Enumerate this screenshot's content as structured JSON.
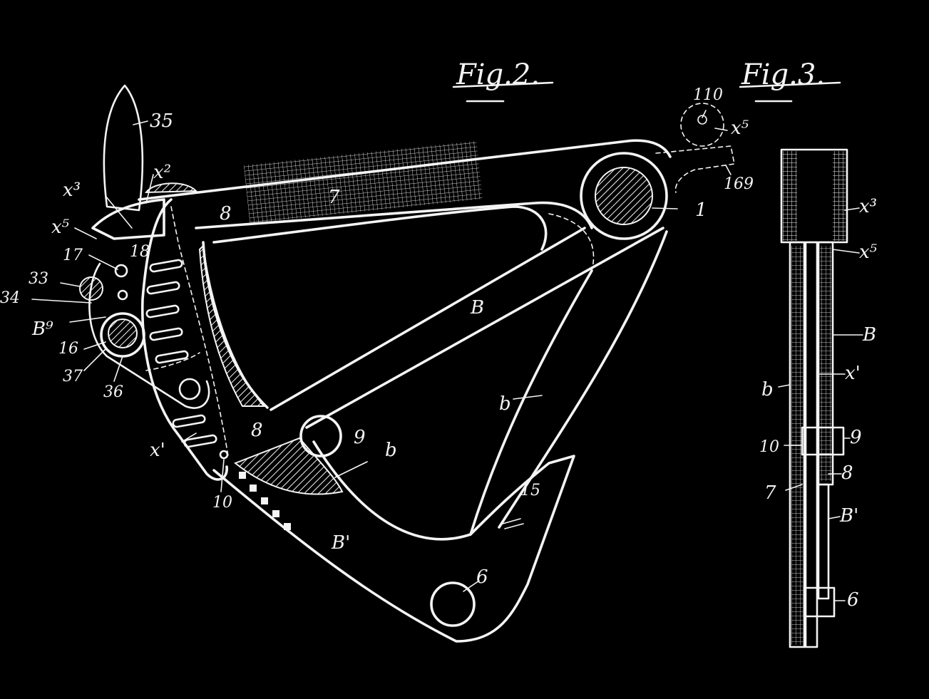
{
  "figures": {
    "fig2_title": "Fig.2.",
    "fig3_title": "Fig.3."
  },
  "fig2_labels": {
    "l35": "35",
    "lx2": "x²",
    "lx3": "x³",
    "lx5": "x⁵",
    "l18": "18",
    "l17": "17",
    "l33": "33",
    "l34": "34",
    "lB9": "B⁹",
    "l16": "16",
    "l37": "37",
    "l36": "36",
    "l8a": "8",
    "l7": "7",
    "l1": "1",
    "l110": "110",
    "lx5b": "x⁵",
    "l169": "169",
    "lB": "B",
    "lb": "b",
    "l8b": "8",
    "l9": "9",
    "lb2": "b",
    "lx1": "x'",
    "l10": "10",
    "lBprime": "B'",
    "l15": "15",
    "l6": "6"
  },
  "fig3_labels": {
    "lx3": "x³",
    "lx5": "x⁵",
    "lB": "B",
    "lx1": "x'",
    "lb": "b",
    "l10": "10",
    "l9": "9",
    "l8": "8",
    "l7": "7",
    "lBprime": "B'",
    "l6": "6"
  },
  "colors": {
    "background": "#000000",
    "ink": "#f4f4f4"
  }
}
